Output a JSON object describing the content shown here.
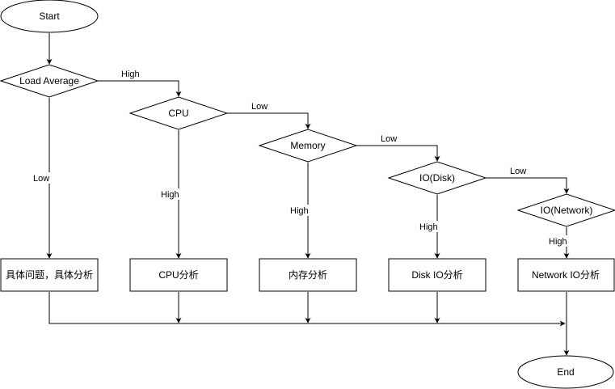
{
  "nodes": {
    "start": "Start",
    "load_average": "Load Average",
    "cpu": "CPU",
    "memory": "Memory",
    "io_disk": "IO(Disk)",
    "io_network": "IO(Network)",
    "box_specific": "具体问题，具体分析",
    "box_cpu": "CPU分析",
    "box_memory": "内存分析",
    "box_disk": "Disk IO分析",
    "box_network": "Network IO分析",
    "end": "End"
  },
  "edges": {
    "load_high": "High",
    "load_low": "Low",
    "cpu_low": "Low",
    "cpu_high": "High",
    "memory_low": "Low",
    "memory_high": "High",
    "disk_low": "Low",
    "disk_high": "High",
    "network_high": "High"
  },
  "colors": {
    "stroke": "#000000",
    "fill": "#ffffff"
  }
}
